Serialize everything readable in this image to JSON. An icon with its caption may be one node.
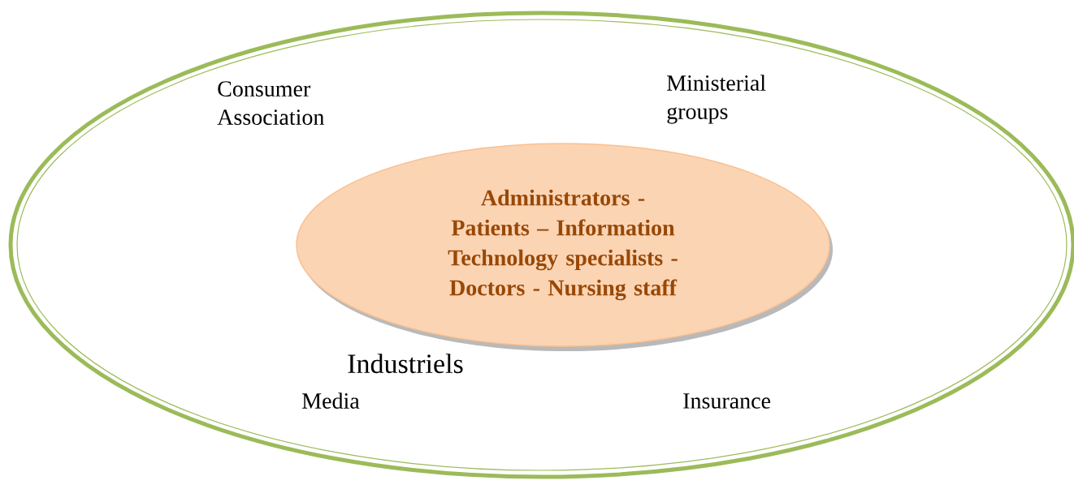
{
  "diagram": {
    "nodes": [
      {
        "text": [
          "Consumer Association",
          "Ministerial groups",
          "Industriels",
          "Media",
          "Insurance"
        ]
      },
      {
        "text": [
          "Administrators - Patients – Information Technology specialists - Doctors - Nursing staff"
        ],
        "in": 0
      }
    ]
  }
}
